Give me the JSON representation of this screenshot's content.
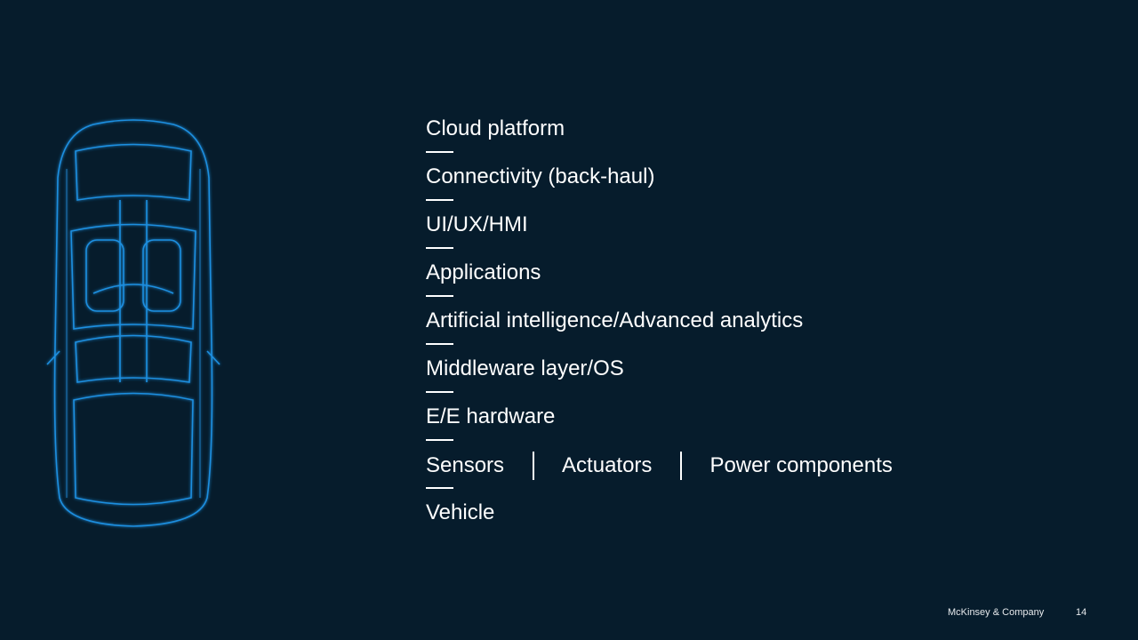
{
  "layers": [
    {
      "label": "Cloud platform"
    },
    {
      "label": "Connectivity (back-haul)"
    },
    {
      "label": "UI/UX/HMI"
    },
    {
      "label": "Applications"
    },
    {
      "label": "Artificial intelligence/Advanced analytics"
    },
    {
      "label": "Middleware layer/OS"
    },
    {
      "label": "E/E hardware"
    },
    {
      "items": [
        "Sensors",
        "Actuators",
        "Power components"
      ]
    },
    {
      "label": "Vehicle"
    }
  ],
  "footer": {
    "company": "McKinsey & Company",
    "page_number": "14"
  },
  "colors": {
    "background": "#061c2c",
    "car_wireframe": "#1e8fe0"
  }
}
